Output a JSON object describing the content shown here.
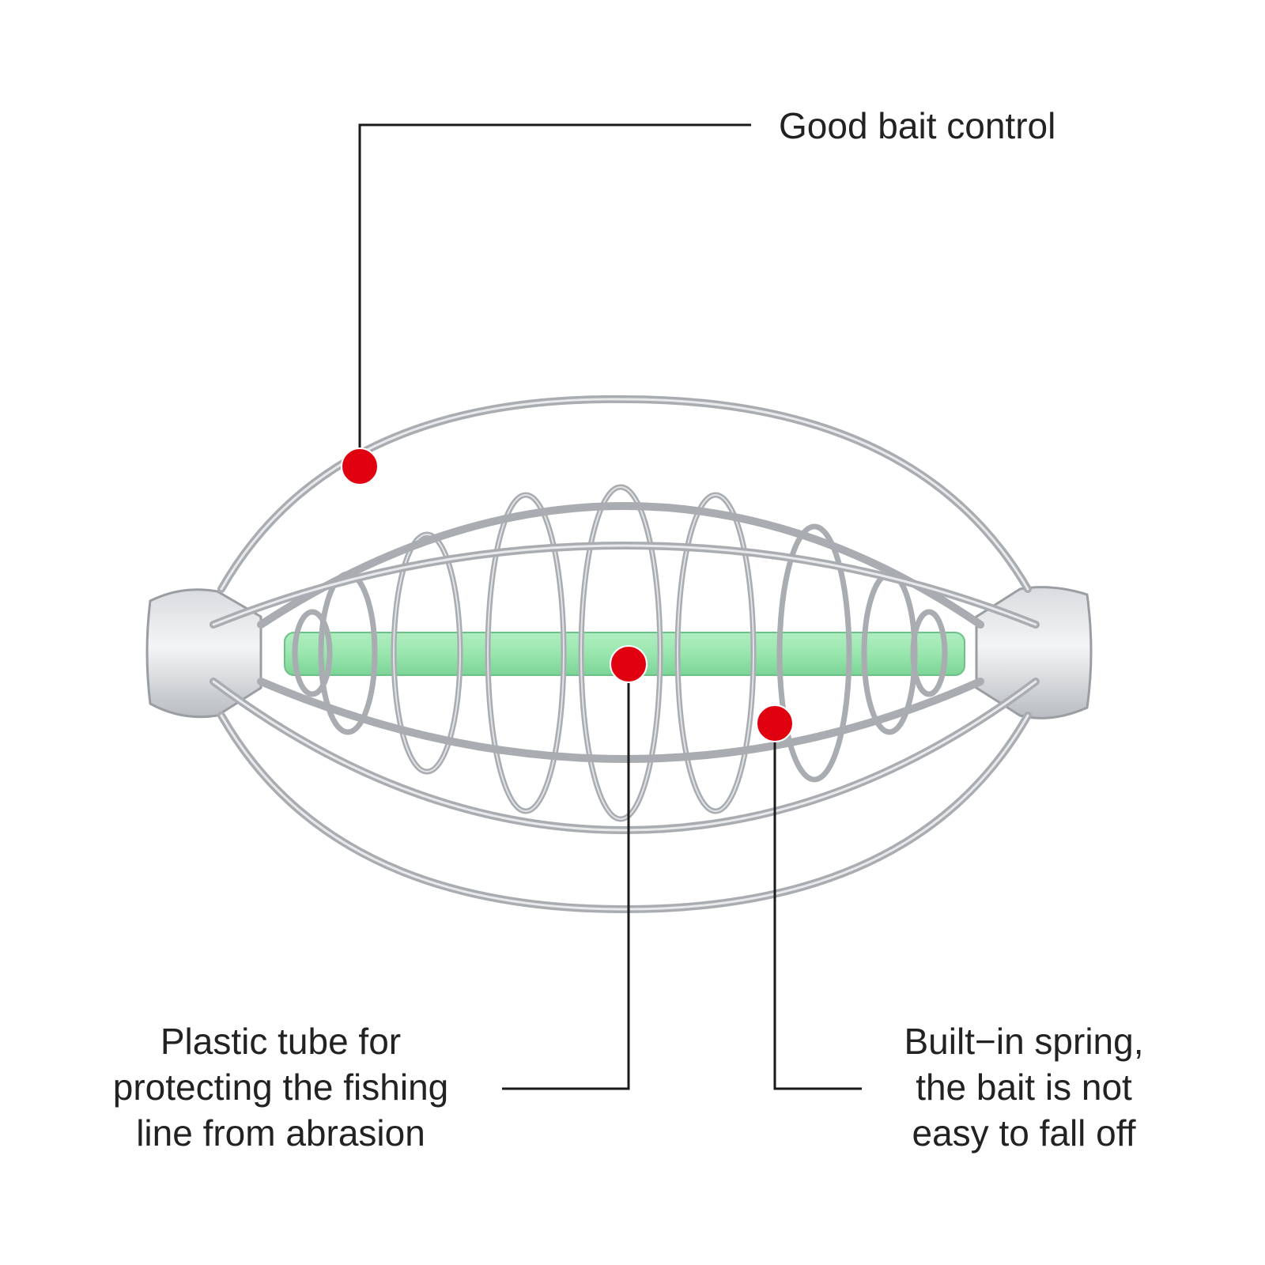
{
  "colors": {
    "background": "#ffffff",
    "text": "#222222",
    "leader_line": "#1a1a1a",
    "marker": "#e0000f",
    "wire": "#a9adb1",
    "wire_highlight": "#eef0f2",
    "tube": "#8ee4a6"
  },
  "callouts": [
    {
      "id": "bait-control",
      "lines": [
        "Good bait control"
      ],
      "marker_icon": "red-dot-icon"
    },
    {
      "id": "plastic-tube",
      "lines": [
        "Plastic tube for",
        "protecting the fishing",
        "line from abrasion"
      ],
      "marker_icon": "red-dot-icon"
    },
    {
      "id": "built-in-spring",
      "lines": [
        "Built−in spring,",
        "the bait is not",
        "easy to fall off"
      ],
      "marker_icon": "red-dot-icon"
    }
  ]
}
